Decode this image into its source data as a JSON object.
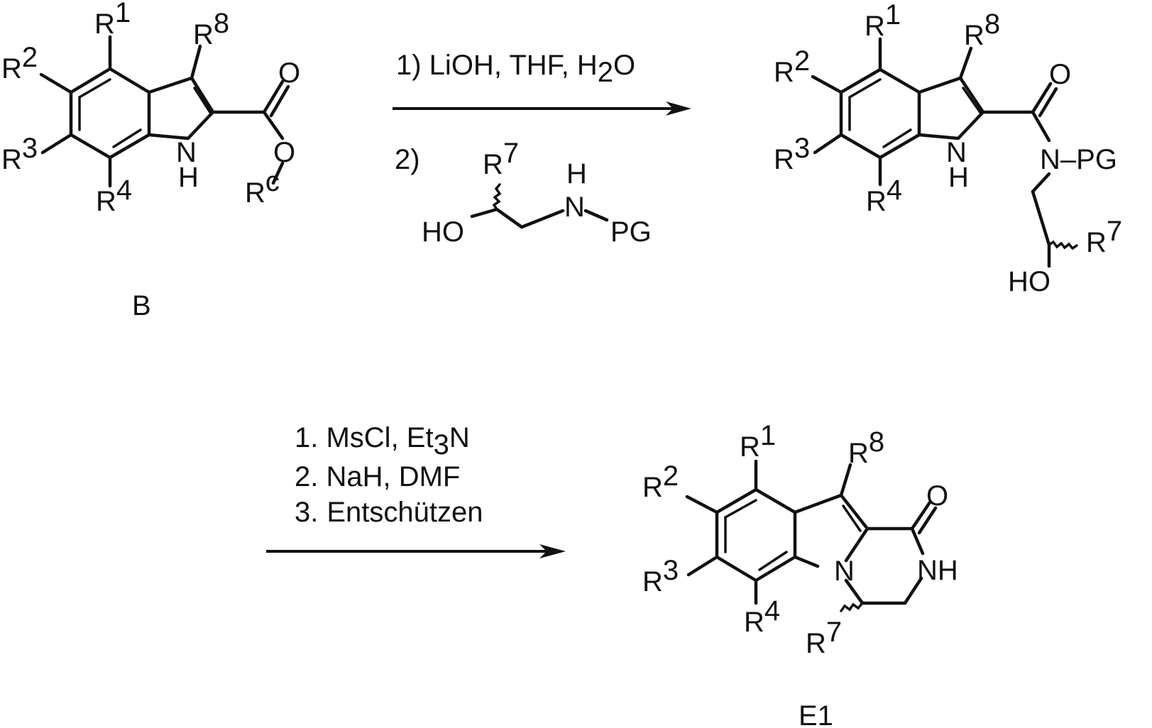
{
  "compound_B": {
    "label": "B",
    "R1": "R",
    "R1_sup": "1",
    "R2": "R",
    "R2_sup": "2",
    "R3": "R",
    "R3_sup": "3",
    "R4": "R",
    "R4_sup": "4",
    "R8": "R",
    "R8_sup": "8",
    "O_carbonyl": "O",
    "O_ester": "O",
    "Rc": "R",
    "Rc_sup": "c",
    "NH_N": "N",
    "NH_H": "H"
  },
  "step1": {
    "line1_prefix": "1) LiOH, THF, H",
    "line1_sub": "2",
    "line1_suffix": "O",
    "line2_num": "2)",
    "reagent_R7": "R",
    "reagent_R7_sup": "7",
    "reagent_HO": "HO",
    "reagent_H": "H",
    "reagent_N": "N",
    "reagent_PG": "PG"
  },
  "intermediate": {
    "R1": "R",
    "R1_sup": "1",
    "R2": "R",
    "R2_sup": "2",
    "R3": "R",
    "R3_sup": "3",
    "R4": "R",
    "R4_sup": "4",
    "R8": "R",
    "R8_sup": "8",
    "O": "O",
    "N_PG": "N–PG",
    "NH_N": "N",
    "NH_H": "H",
    "R7": "R",
    "R7_sup": "7",
    "HO": "HO"
  },
  "step2": {
    "line1_prefix": "1. MsCl, Et",
    "line1_sub": "3",
    "line1_suffix": "N",
    "line2": "2. NaH, DMF",
    "line3_num": "3.",
    "line3_text": "Entschützen"
  },
  "compound_E1": {
    "label": "E1",
    "R1": "R",
    "R1_sup": "1",
    "R2": "R",
    "R2_sup": "2",
    "R3": "R",
    "R3_sup": "3",
    "R4": "R",
    "R4_sup": "4",
    "R8": "R",
    "R8_sup": "8",
    "O": "O",
    "N": "N",
    "NH": "NH",
    "R7": "R",
    "R7_sup": "7"
  }
}
